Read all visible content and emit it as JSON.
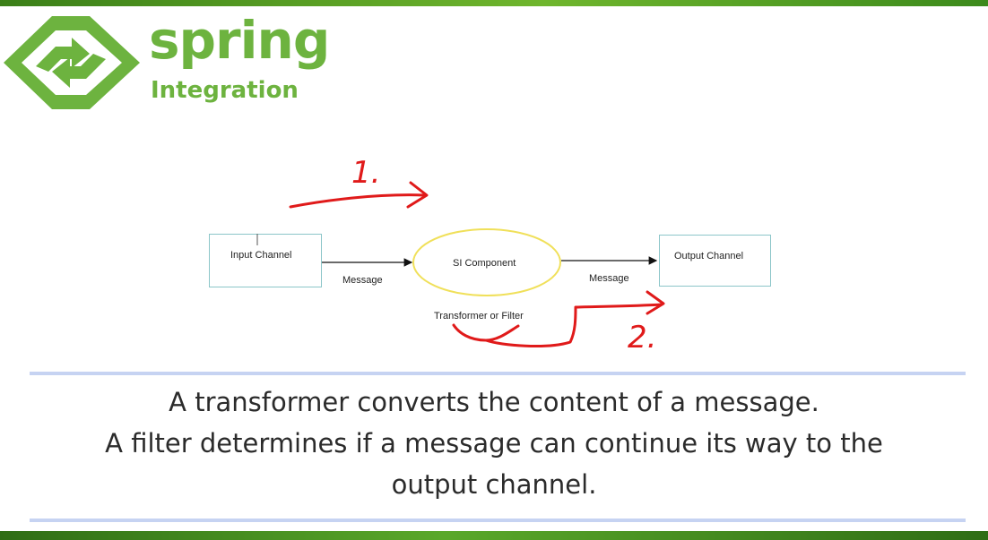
{
  "logo": {
    "word": "spring",
    "sub": "Integration"
  },
  "diagram": {
    "input_channel": "Input Channel",
    "component": "SI Component",
    "output_channel": "Output Channel",
    "message_left": "Message",
    "message_right": "Message",
    "component_caption": "Transformer or Filter"
  },
  "annotations": {
    "step_one": "1.",
    "step_two": "2."
  },
  "caption": {
    "line1": "A transformer converts the content of a message.",
    "line2": "A filter determines if a message can continue its way to the",
    "line3": "output channel."
  },
  "colors": {
    "brand_green": "#6db33f",
    "annotation_red": "#e01a1a",
    "box_border": "#8cc6c9",
    "ellipse_border": "#f0e05a",
    "rule": "#c6d3f2"
  },
  "icons": {
    "logo": "spring-logo-icon"
  }
}
